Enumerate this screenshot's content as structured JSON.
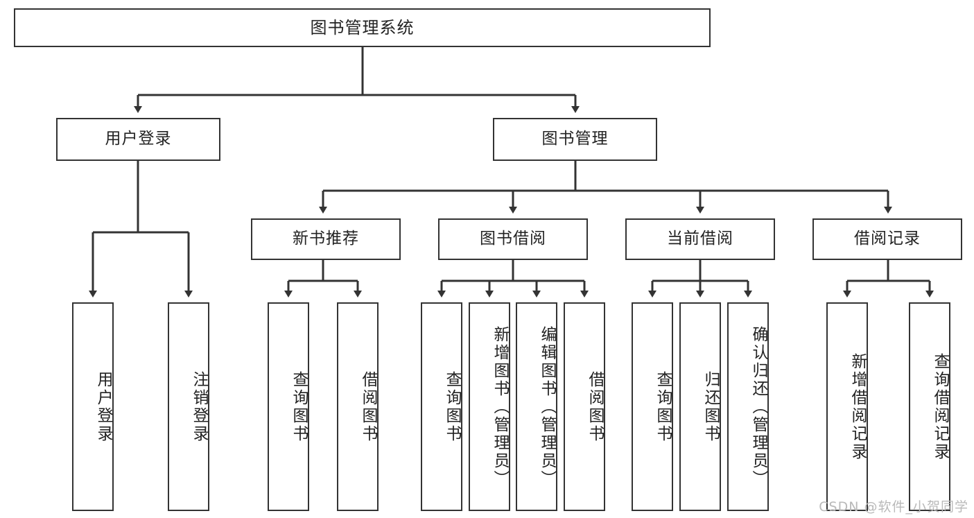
{
  "diagram": {
    "type": "tree",
    "title_node": {
      "label": "图书管理系统"
    },
    "level2": [
      {
        "id": "user-login",
        "label": "用户登录"
      },
      {
        "id": "book-manage",
        "label": "图书管理"
      }
    ],
    "level3": [
      {
        "id": "new-book-rec",
        "label": "新书推荐",
        "parent": "book-manage"
      },
      {
        "id": "book-borrow",
        "label": "图书借阅",
        "parent": "book-manage"
      },
      {
        "id": "current-borrow",
        "label": "当前借阅",
        "parent": "book-manage"
      },
      {
        "id": "borrow-record",
        "label": "借阅记录",
        "parent": "book-manage"
      }
    ],
    "leaves": [
      {
        "id": "leaf-user-login",
        "label": "用户登录",
        "parent": "user-login"
      },
      {
        "id": "leaf-logout",
        "label": "注销登录",
        "parent": "user-login"
      },
      {
        "id": "leaf-query-book-1",
        "label": "查询图书",
        "parent": "new-book-rec"
      },
      {
        "id": "leaf-borrow-book-1",
        "label": "借阅图书",
        "parent": "new-book-rec"
      },
      {
        "id": "leaf-query-book-2",
        "label": "查询图书",
        "parent": "book-borrow"
      },
      {
        "id": "leaf-add-book",
        "label": "新增图书（管理员）",
        "parent": "book-borrow"
      },
      {
        "id": "leaf-edit-book",
        "label": "编辑图书（管理员）",
        "parent": "book-borrow"
      },
      {
        "id": "leaf-borrow-book-2",
        "label": "借阅图书",
        "parent": "book-borrow"
      },
      {
        "id": "leaf-query-book-3",
        "label": "查询图书",
        "parent": "current-borrow"
      },
      {
        "id": "leaf-return-book",
        "label": "归还图书",
        "parent": "current-borrow"
      },
      {
        "id": "leaf-confirm-return",
        "label": "确认归还（管理员）",
        "parent": "current-borrow"
      },
      {
        "id": "leaf-add-record",
        "label": "新增借阅记录",
        "parent": "borrow-record"
      },
      {
        "id": "leaf-query-record",
        "label": "查询借阅记录",
        "parent": "borrow-record"
      }
    ]
  },
  "watermark": {
    "text": "CSDN @软件_小贺同学"
  },
  "colors": {
    "stroke": "#333333",
    "box_fill": "#ffffff",
    "text": "#222222",
    "watermark": "#b9b9b9",
    "background": "#ffffff"
  }
}
